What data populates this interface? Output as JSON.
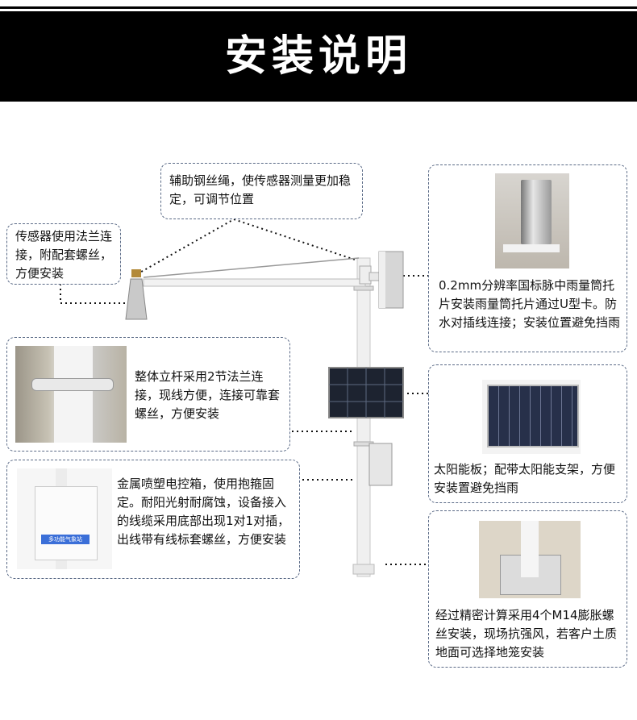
{
  "header": {
    "title": "安装说明"
  },
  "callouts": {
    "rope": "辅助钢丝绳，使传感器测量更加稳定，可调节位置",
    "flange": "传感器使用法兰连接，附配套螺丝，方便安装",
    "pole": "整体立杆采用2节法兰连接，现线方便，连接可靠套螺丝，方便安装",
    "box": "金属喷塑电控箱，使用抱箍固定。耐阳光射耐腐蚀，设备接入的线缆采用底部出现1对1对插，出线带有线标套螺丝，方便安装",
    "rain": "0.2mm分辨率国标脉中雨量筒托片安装雨量筒托片通过U型卡。防水对插线连接；安装位置避免挡雨",
    "solar": "太阳能板；配带太阳能支架，方便安装置避免挡雨",
    "base": "经过精密计算采用4个M14膨胀螺丝安装，现场抗强风，若客户土质地面可选择地笼安装"
  },
  "box_label": "多功能气象站",
  "colors": {
    "banner": "#000000",
    "callout_border": "#5a6a86",
    "pole": "#f2f2f2",
    "label_blue": "#3b6fd8"
  }
}
